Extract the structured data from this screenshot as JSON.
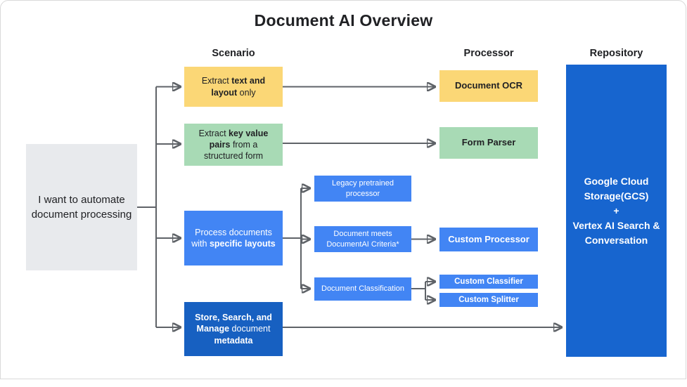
{
  "title": "Document AI Overview",
  "column_headers": [
    {
      "label": "Scenario"
    },
    {
      "label": "Processor"
    },
    {
      "label": "Repository"
    }
  ],
  "source_box": {
    "text": "I want to automate document processing"
  },
  "scenarios": [
    {
      "name": "extract-text-layout",
      "parts": [
        {
          "t": "Extract ",
          "b": false
        },
        {
          "t": "text and layout",
          "b": true
        },
        {
          "t": " only",
          "b": false
        }
      ]
    },
    {
      "name": "extract-key-value-pairs",
      "parts": [
        {
          "t": "Extract ",
          "b": false
        },
        {
          "t": "key value pairs",
          "b": true
        },
        {
          "t": " from a structured form",
          "b": false
        }
      ]
    },
    {
      "name": "process-specific-layouts",
      "parts": [
        {
          "t": "Process documents with ",
          "b": false
        },
        {
          "t": "specific layouts",
          "b": true
        }
      ]
    },
    {
      "name": "store-search-manage-metadata",
      "parts": [
        {
          "t": "Store, Search, and Manage",
          "b": true
        },
        {
          "t": " document ",
          "b": false
        },
        {
          "t": "metadata",
          "b": true
        }
      ]
    }
  ],
  "sub_steps": [
    {
      "label": "Legacy pretrained processor"
    },
    {
      "label": "Document meets DocumentAI Criteria*"
    },
    {
      "label": "Document Classification"
    }
  ],
  "processors": [
    {
      "label": "Document OCR"
    },
    {
      "label": "Form Parser"
    },
    {
      "label": "Custom Processor"
    },
    {
      "label": "Custom Classifier"
    },
    {
      "label": "Custom Splitter"
    }
  ],
  "repository": {
    "lines": [
      "Google Cloud Storage(GCS)",
      "+",
      "Vertex AI Search & Conversation"
    ]
  },
  "colors": {
    "yellow": "#FBD776",
    "green": "#A8DAB5",
    "blue": "#4285F4",
    "dark_blue": "#1760C1",
    "repository_blue": "#1765CF",
    "gray_box": "#E8EAED",
    "connector": "#5F6368",
    "text_dark": "#202124",
    "text_light": "#FFFFFF"
  }
}
